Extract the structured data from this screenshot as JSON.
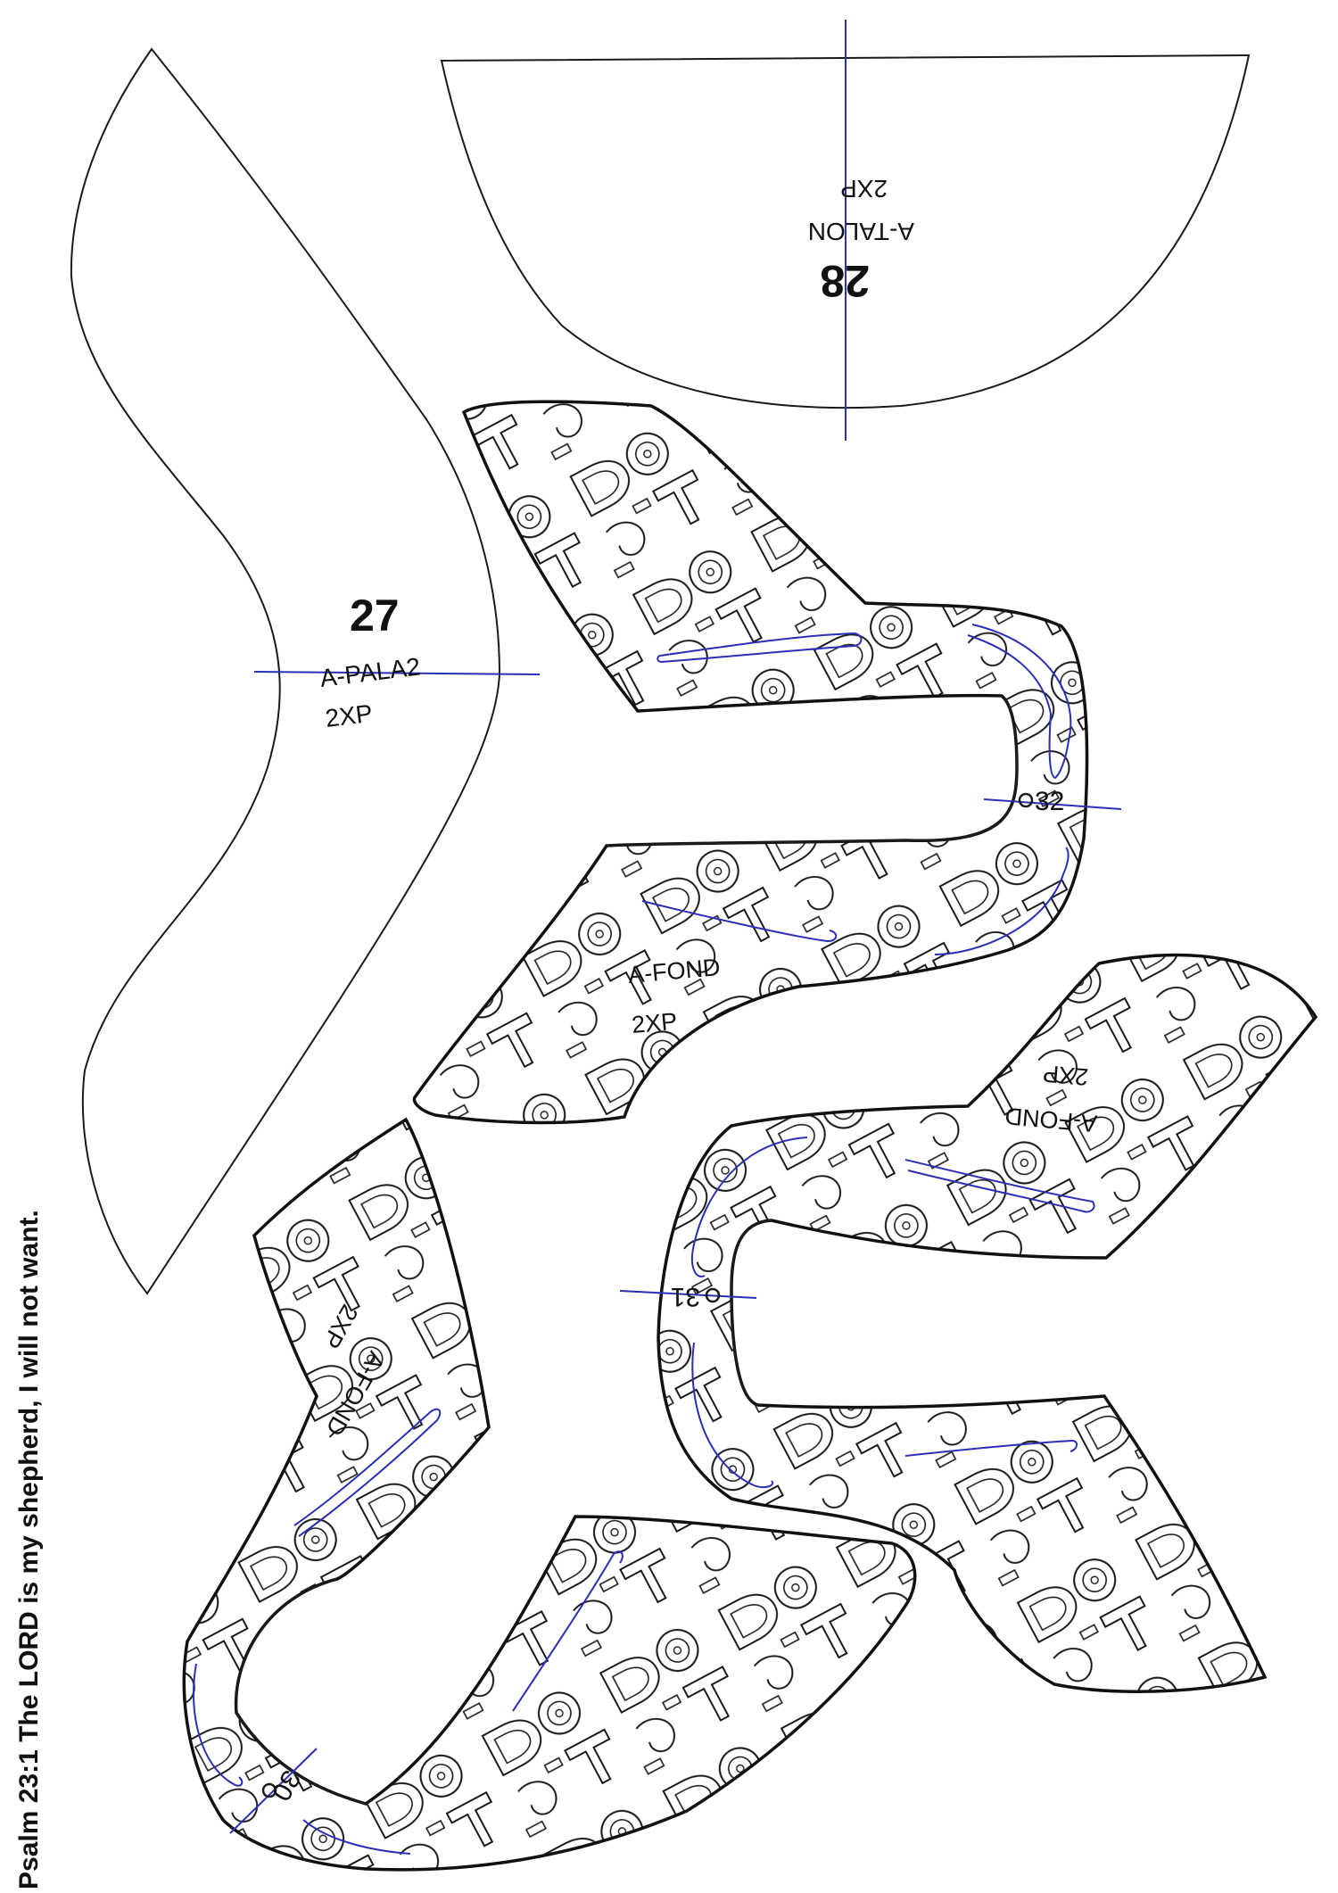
{
  "verse": "Psalm 23:1 The LORD is my shepherd, I will not want.",
  "pieces": {
    "p27": {
      "number": "27",
      "code": "A-PALA2",
      "qty": "2XP"
    },
    "p28": {
      "number": "28",
      "code": "A-TALON",
      "qty": "2XP"
    },
    "p32": {
      "number": "32",
      "code": "A-FOND",
      "qty": "2XP"
    },
    "p31": {
      "number": "31",
      "code": "A-FOND",
      "qty": "2XP"
    },
    "p30": {
      "number": "30",
      "code": "A-FOND",
      "qty": "2XP"
    }
  },
  "colors": {
    "outline": "#1a1a1a",
    "grainline": "#2b2fb5",
    "background": "#ffffff"
  }
}
